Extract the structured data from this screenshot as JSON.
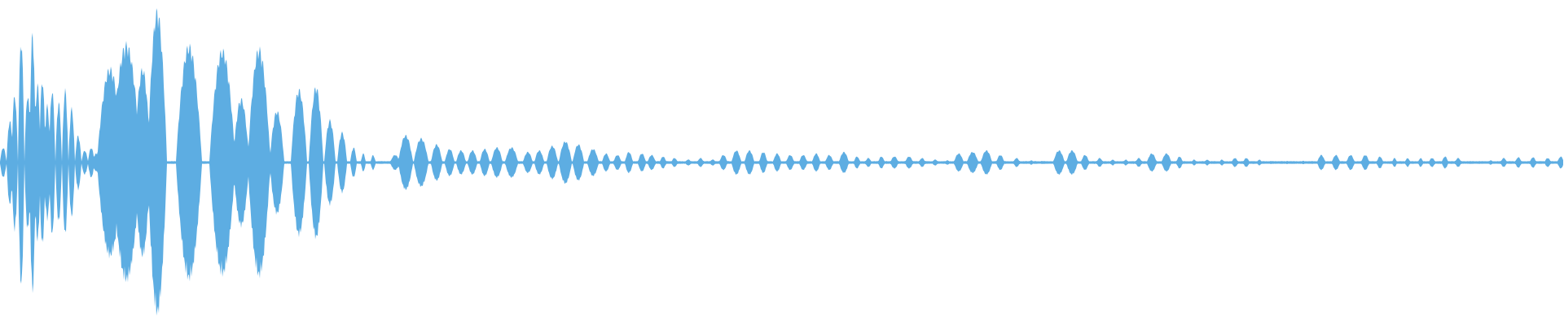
{
  "waveform": {
    "color": "#5DADE2",
    "background": "#FFFFFF",
    "style": "mirrored-amplitude-envelope",
    "description_visible_text": "",
    "amplitude_profile": {
      "unit": "fraction_of_max",
      "segments": [
        {
          "from": 0.0,
          "to": 0.06,
          "peak": 0.88,
          "pattern": "rapid-oscillation"
        },
        {
          "from": 0.06,
          "to": 0.22,
          "peak": 1.0,
          "pattern": "large-bursts"
        },
        {
          "from": 0.22,
          "to": 0.26,
          "peak": 0.2,
          "pattern": "medium-bursts"
        },
        {
          "from": 0.26,
          "to": 0.43,
          "peak": 0.09,
          "pattern": "small-bursts"
        },
        {
          "from": 0.43,
          "to": 1.0,
          "peak": 0.06,
          "pattern": "small-bursts"
        }
      ]
    }
  }
}
